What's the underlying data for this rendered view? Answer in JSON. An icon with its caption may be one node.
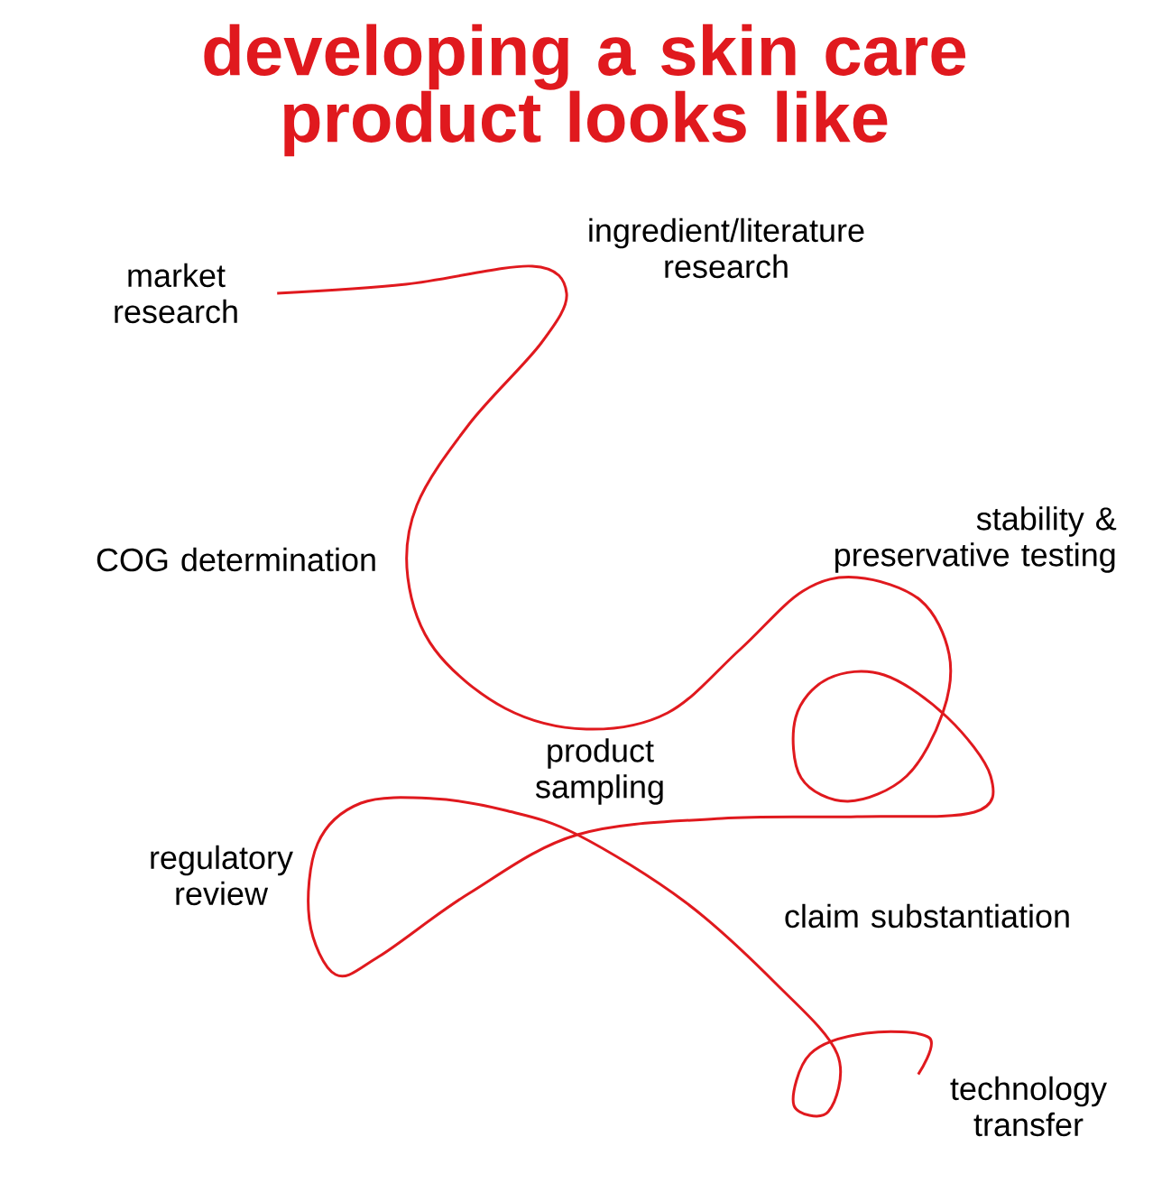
{
  "diagram": {
    "title": "developing a skin care product looks like",
    "nodes": [
      {
        "text": [
          "market research"
        ]
      },
      {
        "text": [
          "technology transfer"
        ]
      }
    ],
    "edges": [
      {
        "from": 0,
        "to": 1,
        "arrow": "none"
      }
    ],
    "labels": [
      "ingredient/literature research",
      "COG determination",
      "stability & preservative testing",
      "product sampling",
      "regulatory review",
      "claim substantiation"
    ]
  }
}
